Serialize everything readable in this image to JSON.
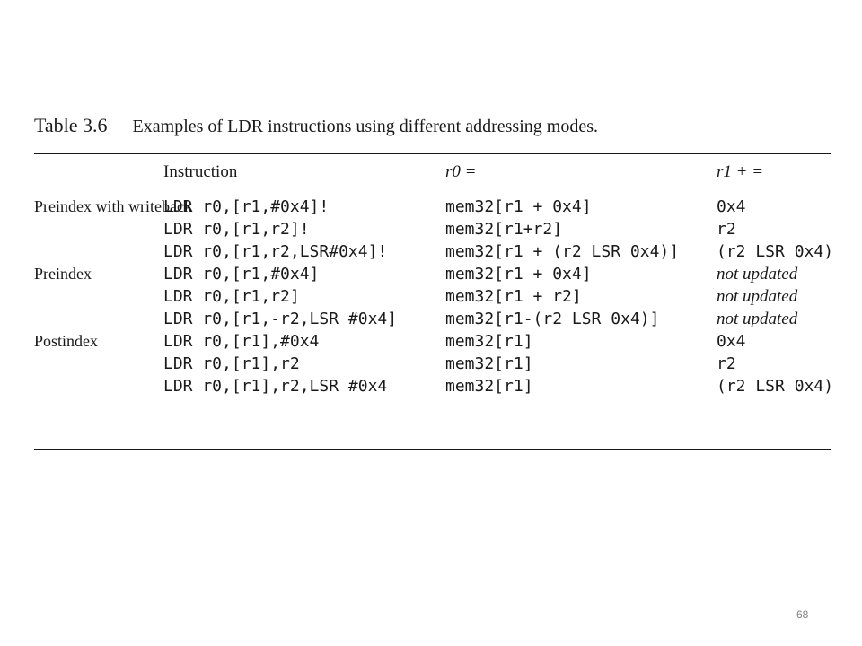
{
  "caption": {
    "number": "Table 3.6",
    "text": "Examples of LDR instructions using different addressing modes."
  },
  "table": {
    "headers": [
      "",
      "Instruction",
      "r0 =",
      "r1 + ="
    ],
    "rows": [
      {
        "mode": "Preindex with writeback",
        "instruction": "LDR r0,[r1,#0x4]!",
        "r0": "mem32[r1 + 0x4]",
        "r1": "0x4",
        "r1_italic": false
      },
      {
        "mode": "",
        "instruction": "LDR r0,[r1,r2]!",
        "r0": "mem32[r1+r2]",
        "r1": "r2",
        "r1_italic": false
      },
      {
        "mode": "",
        "instruction": "LDR r0,[r1,r2,LSR#0x4]!",
        "r0": "mem32[r1 + (r2 LSR 0x4)]",
        "r1": "(r2 LSR 0x4)",
        "r1_italic": false
      },
      {
        "mode": "Preindex",
        "instruction": "LDR r0,[r1,#0x4]",
        "r0": "mem32[r1 + 0x4]",
        "r1": "not updated",
        "r1_italic": true
      },
      {
        "mode": "",
        "instruction": "LDR r0,[r1,r2]",
        "r0": "mem32[r1 + r2]",
        "r1": "not updated",
        "r1_italic": true
      },
      {
        "mode": "",
        "instruction": "LDR r0,[r1,-r2,LSR #0x4]",
        "r0": "mem32[r1-(r2 LSR 0x4)]",
        "r1": "not updated",
        "r1_italic": true
      },
      {
        "mode": "Postindex",
        "instruction": "LDR r0,[r1],#0x4",
        "r0": "mem32[r1]",
        "r1": "0x4",
        "r1_italic": false
      },
      {
        "mode": "",
        "instruction": "LDR r0,[r1],r2",
        "r0": "mem32[r1]",
        "r1": "r2",
        "r1_italic": false
      },
      {
        "mode": "",
        "instruction": "LDR r0,[r1],r2,LSR #0x4",
        "r0": "mem32[r1]",
        "r1": "(r2 LSR 0x4)",
        "r1_italic": false
      }
    ]
  },
  "page_number": "68"
}
